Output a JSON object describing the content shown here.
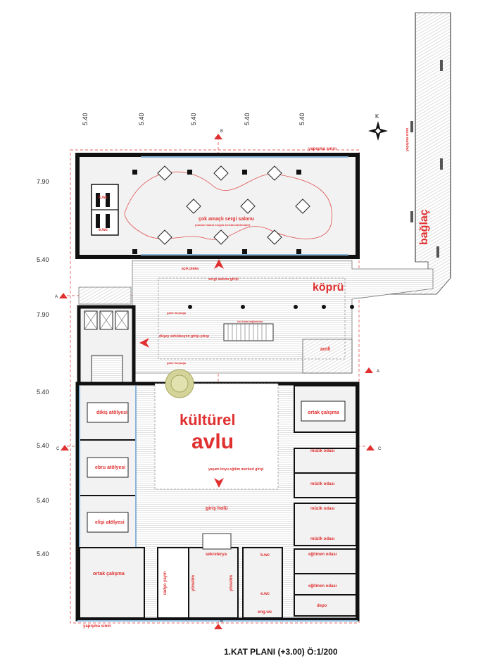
{
  "dimensions": {
    "top": [
      "5.40",
      "5.40",
      "5.40",
      "5.40",
      "5.40"
    ],
    "left": [
      "7.90",
      "5.40",
      "7.90",
      "5.40",
      "5.40",
      "5.40",
      "5.40"
    ]
  },
  "north": "K",
  "markers": {
    "a": "A",
    "b": "B",
    "c": "C"
  },
  "labels": {
    "yapisma_top": "yapışma sınırı",
    "yapisma_bottom": "yapışma sınırı",
    "yapisma_bridge": "yapışma sınırı",
    "kwc_top": "k.wc",
    "ewc_top": "e.wc",
    "sergi_salonu": "çok amaçlı sergi salonu",
    "sergi_sub": "(mimari maket sergisi örneklendirilmiştir)",
    "kopru": "köprü",
    "baglac": "bağlaç",
    "sergi_giris": "sergi salonu girişi",
    "acik_plaka": "açık plaka",
    "galeri1": "galeri boşluğu",
    "galeri2": "galeri boşluğu",
    "ust_kat": "üst kata bağlantılar",
    "dusey": "düşey sirkülasyon girişi-çıkışı",
    "amfi": "amfi",
    "kulturel": "kültürel",
    "avlu": "avlu",
    "yasam_boyu": "yaşam boyu eğitim merkezi girişi",
    "giris_holu": "giriş holü",
    "dikis": "dikiş atölyesi",
    "ebru": "ebru atölyesi",
    "elisi": "elişi atölyesi",
    "ortak_sol": "ortak çalışma",
    "ortak_sag": "ortak çalışma",
    "muzik1": "müzik odası",
    "muzik2": "müzik odası",
    "muzik3": "müzik odası",
    "muzik4": "müzik odası",
    "egitmen1": "eğitmen odası",
    "egitmen2": "eğitmen odası",
    "depo": "depo",
    "sekreterya": "sekreterya",
    "radyo": "radyo yayın",
    "yonetim1": "yönetim",
    "yonetim2": "yönetim",
    "kwc_bot": "k.wc",
    "ewc_bot": "e.wc",
    "engwc": "eng.wc"
  },
  "title": "1.KAT PLANI (+3.00) Ö:1/200",
  "colors": {
    "accent": "#e03030",
    "wall": "#111111",
    "floor": "#f2f2f2",
    "hatch": "#d8d8d8",
    "window": "#8ab4d8",
    "plaza": "#d4d49a"
  }
}
